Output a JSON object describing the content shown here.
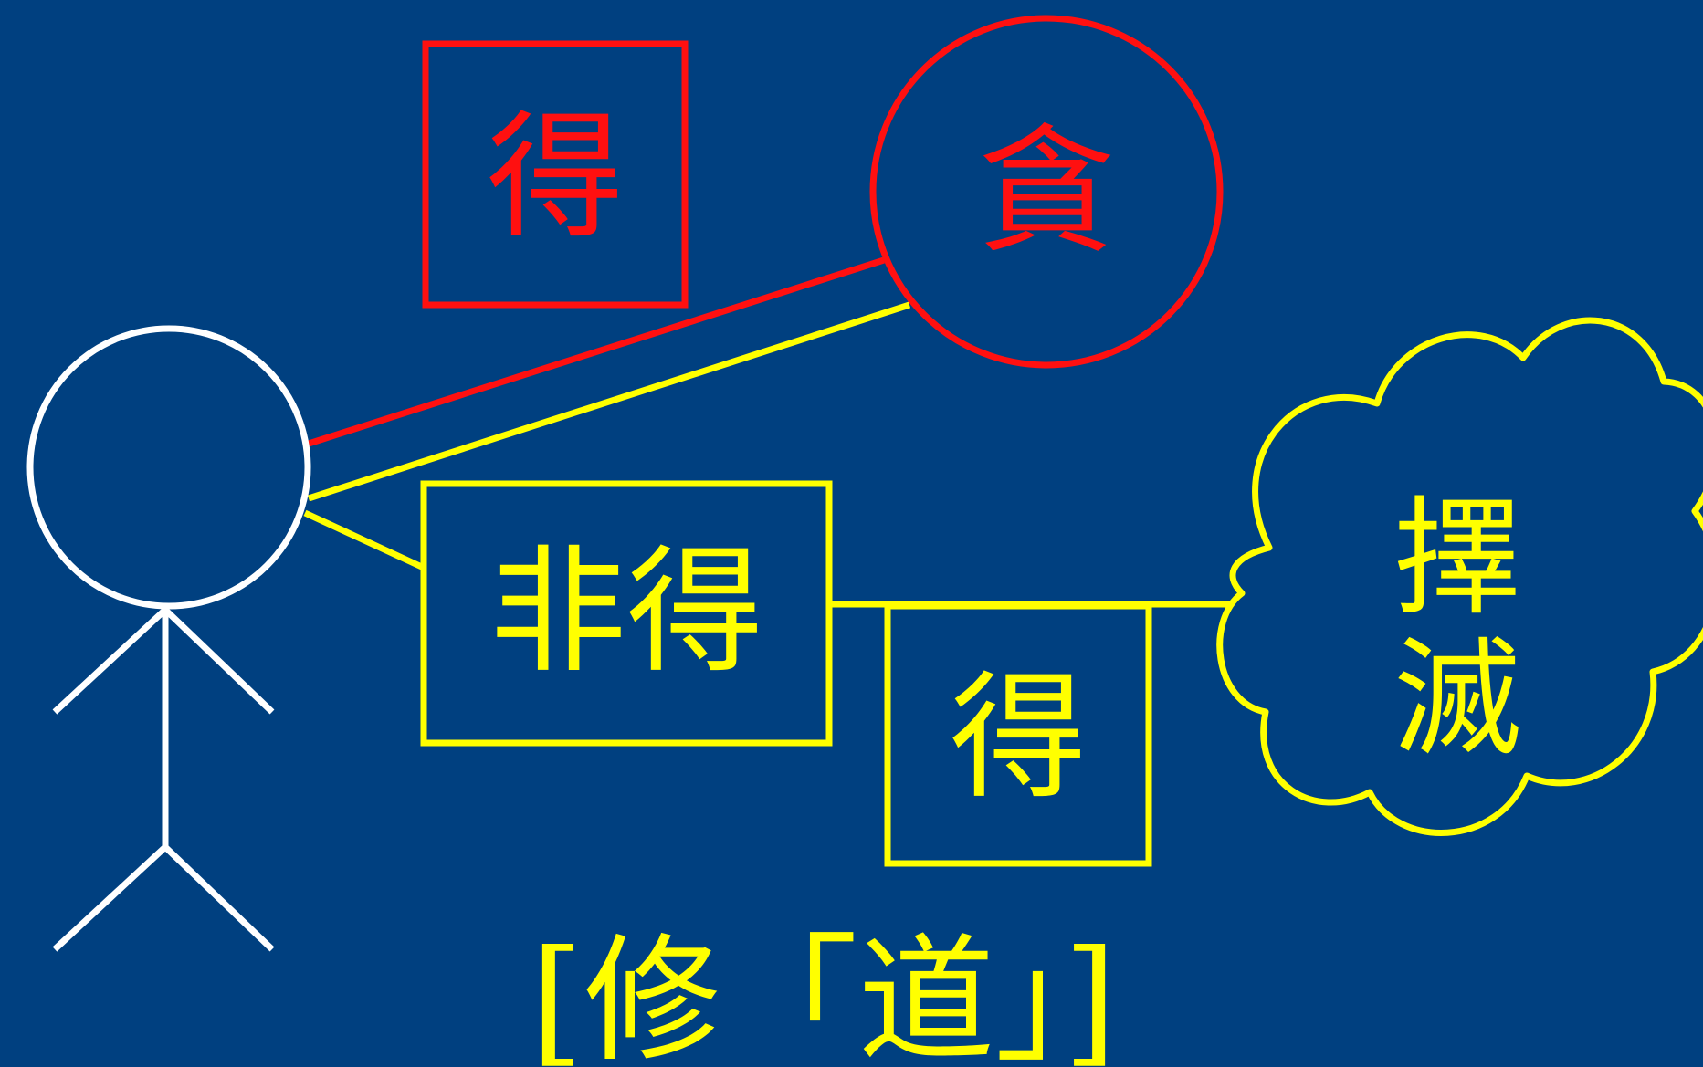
{
  "colors": {
    "background": "#004080",
    "red": "#ff1010",
    "yellow": "#ffff00",
    "white": "#ffffff"
  },
  "labels": {
    "red_box": "得",
    "red_circle": "貪",
    "yellow_box_left": "非得",
    "yellow_box_right": "得",
    "cloud_top": "擇",
    "cloud_bottom": "滅",
    "caption": "[修「道」]"
  }
}
